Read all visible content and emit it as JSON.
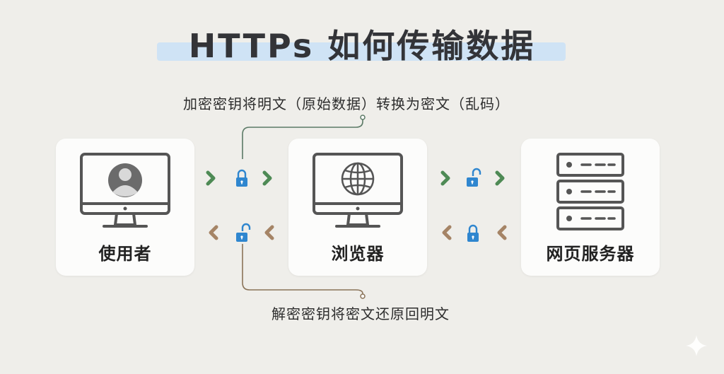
{
  "title": "HTTPs 如何传输数据",
  "annotation_encrypt": "加密密钥将明文（原始数据）转换为密文（乱码）",
  "annotation_decrypt": "解密密钥将密文还原回明文",
  "nodes": {
    "user": "使用者",
    "browser": "浏览器",
    "server": "网页服务器"
  },
  "colors": {
    "forward_arrow": "#4e8a55",
    "backward_arrow": "#a58466",
    "lock": "#2f86cf",
    "title_highlight": "#cfe3f5"
  }
}
